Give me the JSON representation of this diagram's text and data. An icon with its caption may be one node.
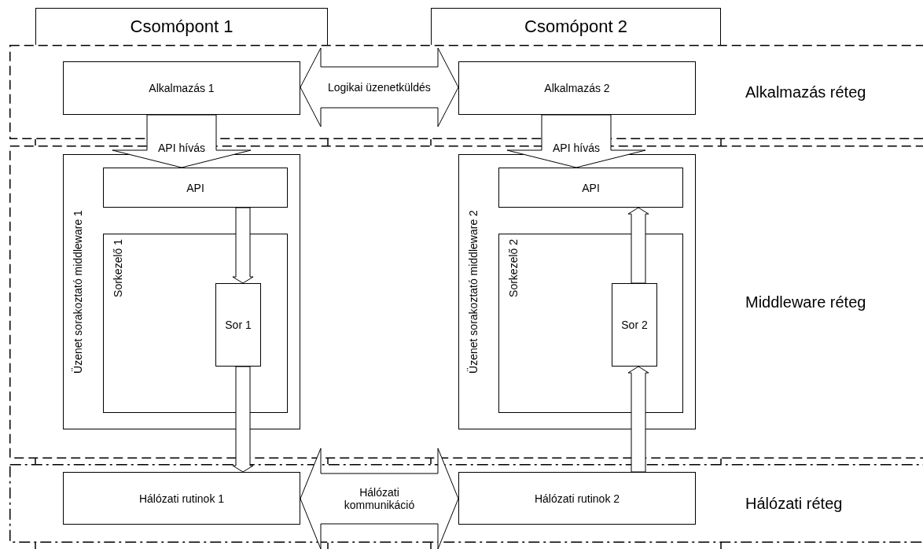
{
  "diagram": {
    "nodes": [
      {
        "text": [
          "Csomópont 1"
        ]
      },
      {
        "text": [
          "Csomópont 2"
        ]
      },
      {
        "text": [
          "Alkalmazás réteg"
        ]
      },
      {
        "text": [
          "Alkalmazás 1"
        ],
        "in": 2
      },
      {
        "text": [
          "Alkalmazás 2"
        ],
        "in": 2
      },
      {
        "text": [
          "Middleware réteg"
        ]
      },
      {
        "text": [
          "Üzenet sorakoztató middleware 1"
        ],
        "in": 5
      },
      {
        "text": [
          "API"
        ],
        "in": 6
      },
      {
        "text": [
          "Sorkezelő 1"
        ],
        "in": 6
      },
      {
        "text": [
          "Sor 1"
        ],
        "in": 8
      },
      {
        "text": [
          "Üzenet sorakoztató middleware 2"
        ],
        "in": 5
      },
      {
        "text": [
          "API"
        ],
        "in": 10
      },
      {
        "text": [
          "Sorkezelő 2"
        ],
        "in": 10
      },
      {
        "text": [
          "Sor 2"
        ],
        "in": 12
      },
      {
        "text": [
          "Hálózati réteg"
        ]
      },
      {
        "text": [
          "Hálózati rutinok 1"
        ],
        "in": 14
      },
      {
        "text": [
          "Hálózati rutinok 2"
        ],
        "in": 14
      }
    ],
    "edges": [
      {
        "from": 3,
        "to": 4,
        "arrow": "both",
        "label": "Logikai üzenetküldés"
      },
      {
        "from": 3,
        "to": 7,
        "arrow": "to",
        "label": "API hívás"
      },
      {
        "from": 4,
        "to": 11,
        "arrow": "to",
        "label": "API hívás"
      },
      {
        "from": 7,
        "to": 9,
        "arrow": "to"
      },
      {
        "from": 9,
        "to": 15,
        "arrow": "to"
      },
      {
        "from": 16,
        "to": 13,
        "arrow": "to"
      },
      {
        "from": 13,
        "to": 11,
        "arrow": "to"
      },
      {
        "from": 15,
        "to": 16,
        "arrow": "both",
        "label": "Hálózati kommunikáció"
      }
    ]
  }
}
